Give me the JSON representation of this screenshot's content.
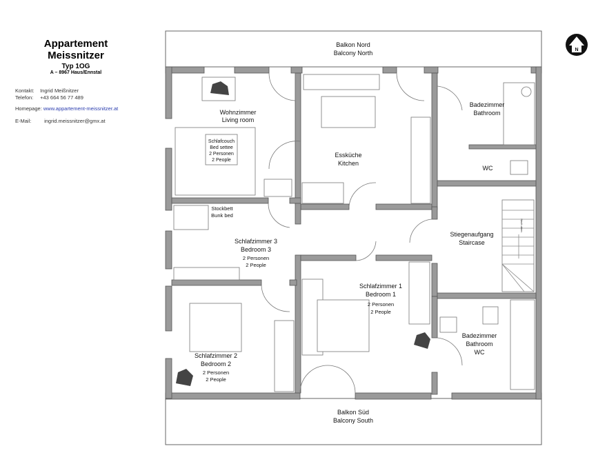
{
  "header": {
    "title_line1": "Appartement",
    "title_line2": "Meissnitzer",
    "type": "Typ 1OG",
    "address": "A – 8967 Haus/Ennstal"
  },
  "contact": {
    "kontakt_label": "Kontakt:",
    "kontakt_value": "Ingrid Meißnitzer",
    "telefon_label": "Telefon:",
    "telefon_value": "+43 664 56 77 489",
    "homepage_label": "Homepage:",
    "homepage_value": "www.appartement-meissnitzer.at",
    "email_label": "E-Mail:",
    "email_value": "ingrid.meissnitzer@gmx.at"
  },
  "compass": {
    "label": "N"
  },
  "rooms": {
    "balcony_north": [
      "Balkon Nord",
      "Balcony North"
    ],
    "balcony_south": [
      "Balkon Süd",
      "Balcony South"
    ],
    "living": [
      "Wohnzimmer",
      "Living room"
    ],
    "bed_settee": [
      "Schlafcouch",
      "Bed settee",
      "2 Personen",
      "2 People"
    ],
    "kitchen": [
      "Essküche",
      "Kitchen"
    ],
    "bathroom_top": [
      "Badezimmer",
      "Bathroom"
    ],
    "wc": [
      "WC"
    ],
    "staircase": [
      "Stiegenaufgang",
      "Staircase"
    ],
    "stair_direction": "Nach oben",
    "bunk_bed": [
      "Stockbett",
      "Bunk bed"
    ],
    "bedroom3": [
      "Schlafzimmer 3",
      "Bedroom 3",
      "2 Personen",
      "2 People"
    ],
    "bedroom1": [
      "Schlafzimmer 1",
      "Bedroom 1",
      "2 Personen",
      "2 People"
    ],
    "bedroom2": [
      "Schlafzimmer 2",
      "Bedroom 2",
      "2 Personen",
      "2 People"
    ],
    "bathroom_lower": [
      "Badezimmer",
      "Bathroom",
      "WC"
    ]
  }
}
